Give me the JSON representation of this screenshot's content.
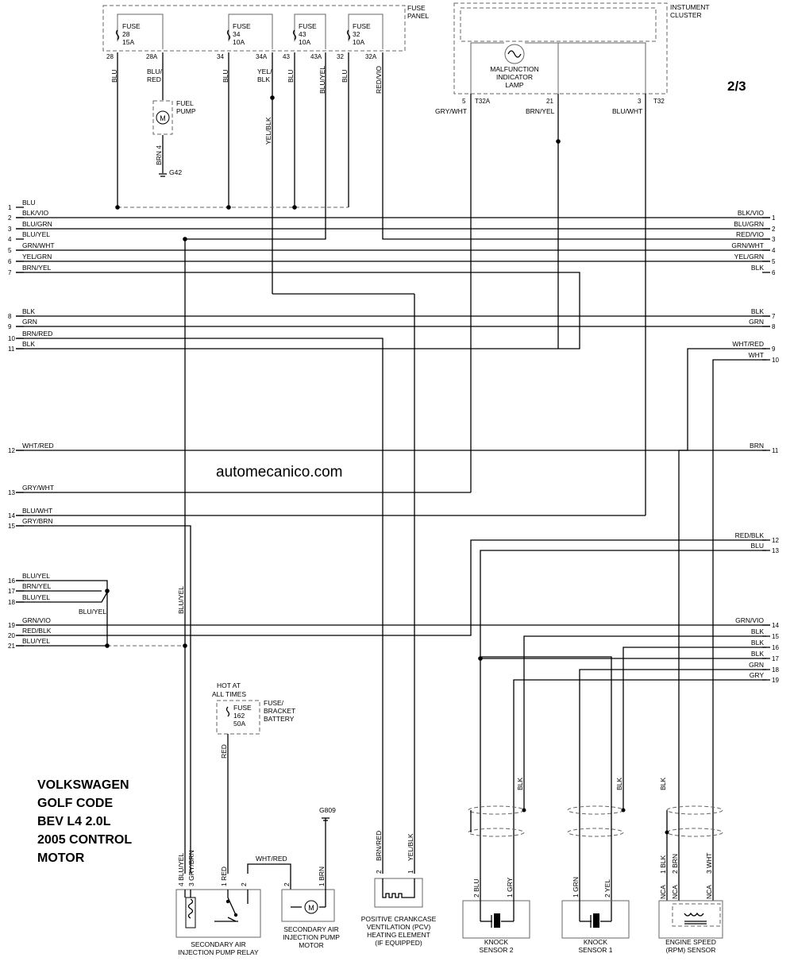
{
  "page_label": "2/3",
  "watermark": "automecanico.com",
  "title_lines": [
    "VOLKSWAGEN",
    "GOLF CODE",
    "BEV L4 2.0L",
    "2005 CONTROL",
    "MOTOR"
  ],
  "fuse_panel": {
    "label": [
      "FUSE",
      "PANEL"
    ],
    "fuses": [
      {
        "lines": [
          "FUSE",
          "28",
          "15A"
        ],
        "pins": [
          "28",
          "28A"
        ]
      },
      {
        "lines": [
          "FUSE",
          "34",
          "10A"
        ],
        "pins": [
          "34",
          "34A"
        ]
      },
      {
        "lines": [
          "FUSE",
          "43",
          "10A"
        ],
        "pins": [
          "43",
          "43A"
        ]
      },
      {
        "lines": [
          "FUSE",
          "32",
          "10A"
        ],
        "pins": [
          "32",
          "32A"
        ]
      }
    ]
  },
  "cluster": {
    "label": [
      "INSTUMENT",
      "CLUSTER"
    ],
    "lamp": [
      "MALFUNCTION",
      "INDICATOR",
      "LAMP"
    ],
    "pins": [
      "5",
      "T32A",
      "21",
      "3",
      "T32"
    ]
  },
  "fuel_pump": {
    "label": [
      "FUEL",
      "PUMP"
    ],
    "ground_wire": "BRN 4",
    "ground": "G42"
  },
  "vertical_labels": [
    "BLU",
    "BLU/",
    "RED",
    "BLU",
    "YEL/",
    "BLK",
    "BLU",
    "BLU/YEL",
    "BLU",
    "RED/VIO",
    "YEL/BLK",
    "BLU/YEL",
    "GRY/WHT",
    "BRN/YEL",
    "BLU/WHT"
  ],
  "left_wires": [
    {
      "n": "1",
      "c": "BLU"
    },
    {
      "n": "2",
      "c": "BLK/VIO"
    },
    {
      "n": "3",
      "c": "BLU/GRN"
    },
    {
      "n": "4",
      "c": "BLU/YEL"
    },
    {
      "n": "5",
      "c": "GRN/WHT"
    },
    {
      "n": "6",
      "c": "YEL/GRN"
    },
    {
      "n": "7",
      "c": "BRN/YEL"
    },
    {
      "n": "8",
      "c": "BLK"
    },
    {
      "n": "9",
      "c": "GRN"
    },
    {
      "n": "10",
      "c": "BRN/RED"
    },
    {
      "n": "11",
      "c": "BLK"
    },
    {
      "n": "12",
      "c": "WHT/RED"
    },
    {
      "n": "13",
      "c": "GRY/WHT"
    },
    {
      "n": "14",
      "c": "BLU/WHT"
    },
    {
      "n": "15",
      "c": "GRY/BRN"
    },
    {
      "n": "16",
      "c": "BLU/YEL"
    },
    {
      "n": "17",
      "c": "BRN/YEL"
    },
    {
      "n": "18",
      "c": "BLU/YEL"
    },
    {
      "n": "19",
      "c": "GRN/VIO"
    },
    {
      "n": "20",
      "c": "RED/BLK"
    },
    {
      "n": "21",
      "c": "BLU/YEL"
    }
  ],
  "right_wires": [
    {
      "n": "1",
      "c": "BLK/VIO"
    },
    {
      "n": "2",
      "c": "BLU/GRN"
    },
    {
      "n": "3",
      "c": "RED/VIO"
    },
    {
      "n": "4",
      "c": "GRN/WHT"
    },
    {
      "n": "5",
      "c": "YEL/GRN"
    },
    {
      "n": "6",
      "c": "BLK"
    },
    {
      "n": "7",
      "c": "BLK"
    },
    {
      "n": "8",
      "c": "GRN"
    },
    {
      "n": "9",
      "c": "WHT/RED"
    },
    {
      "n": "10",
      "c": "WHT"
    },
    {
      "n": "11",
      "c": "BRN"
    },
    {
      "n": "12",
      "c": "RED/BLK"
    },
    {
      "n": "13",
      "c": "BLU"
    },
    {
      "n": "14",
      "c": "GRN/VIO"
    },
    {
      "n": "15",
      "c": "BLK"
    },
    {
      "n": "16",
      "c": "BLK"
    },
    {
      "n": "17",
      "c": "BLK"
    },
    {
      "n": "18",
      "c": "GRN"
    },
    {
      "n": "19",
      "c": "GRY"
    }
  ],
  "splice_label": "BLU/YEL",
  "hot_at": [
    "HOT AT",
    "ALL TIMES"
  ],
  "battery_fuse": {
    "lines": [
      "FUSE",
      "162",
      "50A"
    ],
    "label": [
      "FUSE/",
      "BRACKET",
      "BATTERY"
    ],
    "wire": "RED"
  },
  "relay": {
    "label": [
      "SECONDARY AIR",
      "INJECTION PUMP RELAY"
    ],
    "pins": [
      "4 BLU/YEL",
      "3 GRY/BRN",
      "1 RED",
      "2"
    ]
  },
  "relay_motor_wire": "WHT/RED",
  "motor": {
    "label": [
      "SECONDARY AIR",
      "INJECTION PUMP",
      "MOTOR"
    ],
    "pins": [
      "2",
      "1 BRN"
    ],
    "ground": "G809"
  },
  "pcv": {
    "label": [
      "POSITIVE CRANKCASE",
      "VENTILATION (PCV)",
      "HEATING ELEMENT",
      "(IF EQUIPPED)"
    ],
    "pins": [
      "2",
      "BRN/RED",
      "1",
      "YEL/BLK"
    ]
  },
  "knock2": {
    "label": [
      "KNOCK",
      "SENSOR 2"
    ],
    "pins": [
      "2 BLU",
      "1 GRY"
    ],
    "shield": "BLK"
  },
  "knock1": {
    "label": [
      "KNOCK",
      "SENSOR 1"
    ],
    "pins": [
      "1 GRN",
      "2 YEL"
    ],
    "shield": "BLK"
  },
  "speed": {
    "label": [
      "ENGINE SPEED",
      "(RPM) SENSOR"
    ],
    "pins": [
      "1 BLK",
      "2 BRN",
      "3 WHT"
    ],
    "nca": [
      "NCA",
      "NCA",
      "NCA"
    ],
    "shield": "BLK"
  }
}
